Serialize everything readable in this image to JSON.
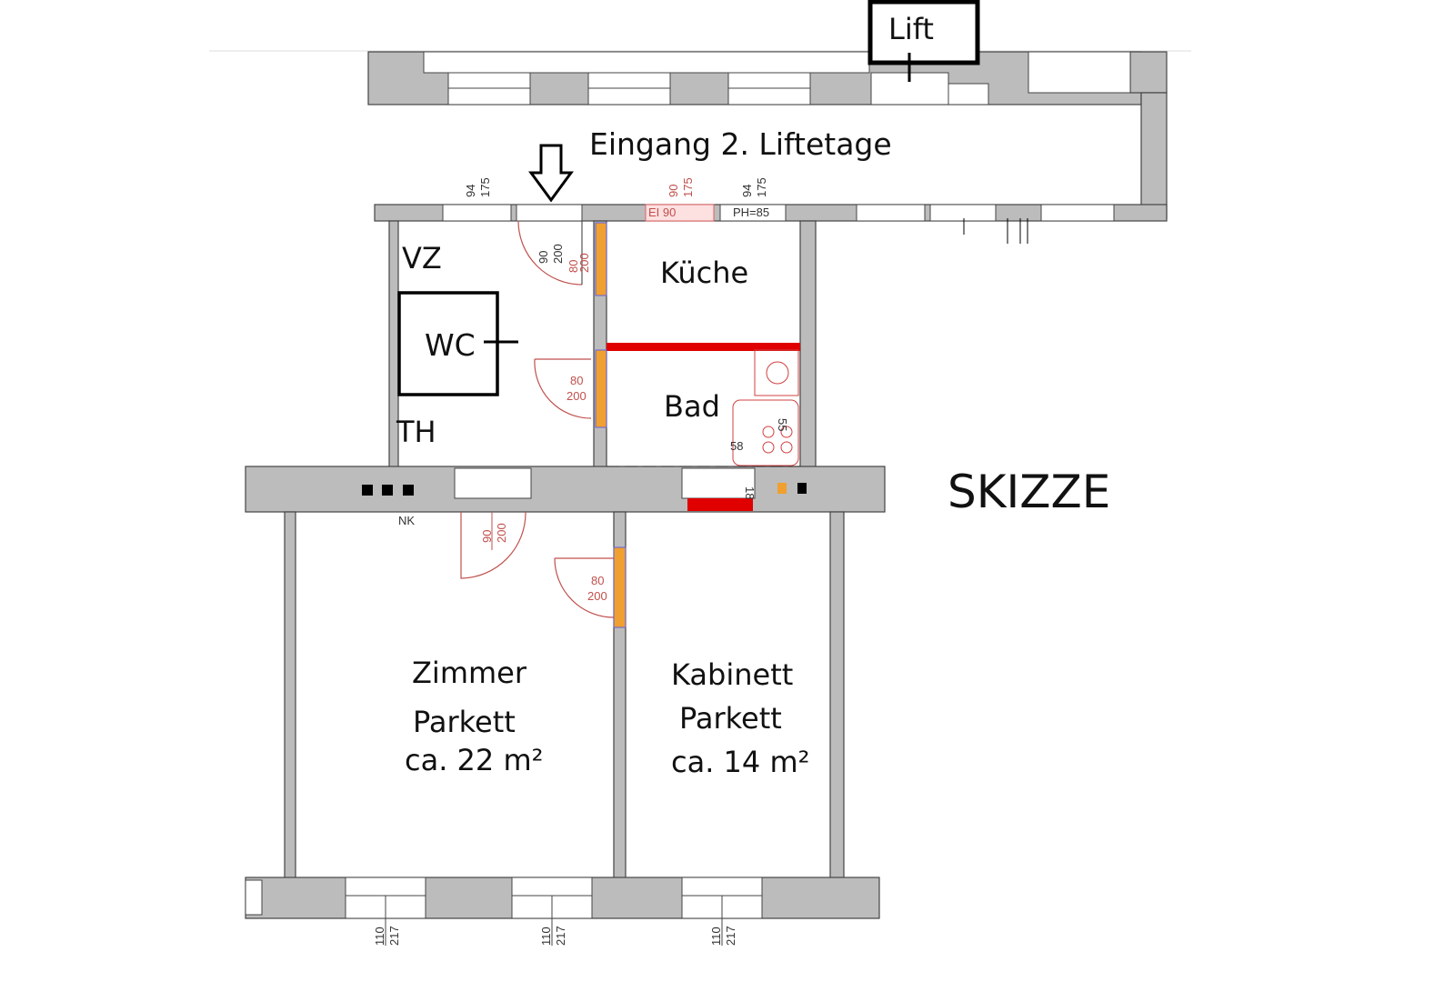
{
  "plan": {
    "lift": "Lift",
    "entrance": "Eingang 2. Liftetage",
    "sketch_label": "SKIZZE",
    "rooms": {
      "vz": "VZ",
      "wc": "WC",
      "th": "TH",
      "kueche": "Küche",
      "bad": "Bad",
      "zimmer": {
        "name": "Zimmer",
        "floor": "Parkett",
        "area": "ca. 22 m²"
      },
      "kabinett": {
        "name": "Kabinett",
        "floor": "Parkett",
        "area": "ca. 14 m²"
      }
    },
    "annotations": {
      "nk": "NK",
      "ei90": "EI 90",
      "ph85": "PH=85",
      "dim_94": "94",
      "dim_175": "175",
      "dim_90": "90",
      "dim_80": "80",
      "dim_200": "200",
      "dim_110": "110",
      "dim_217": "217",
      "dim_18": "18",
      "dim_58": "58",
      "dim_55": "55"
    },
    "colors": {
      "wall": "#bcbcbc",
      "fire_wall": "#e00000",
      "door_frame": "#f0a030",
      "door_dim": "#c0504d"
    }
  }
}
